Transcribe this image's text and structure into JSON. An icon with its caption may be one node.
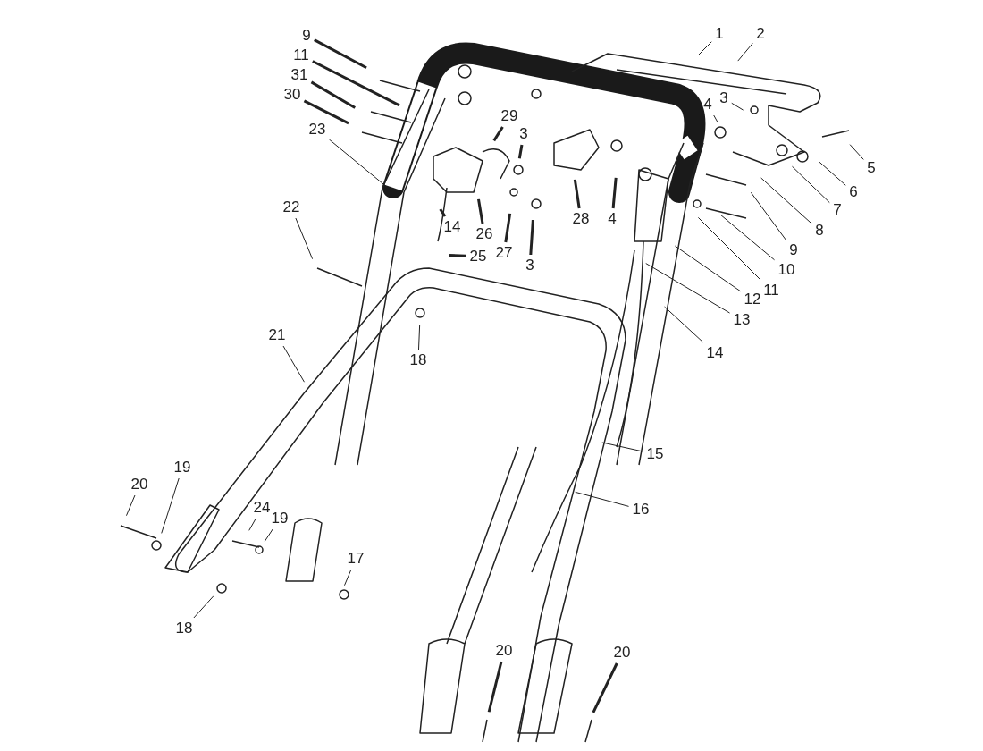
{
  "diagram": {
    "nodes": [
      {
        "text": [
          "1"
        ]
      },
      {
        "text": [
          "2"
        ]
      },
      {
        "text": [
          "9"
        ]
      },
      {
        "text": [
          "11"
        ]
      },
      {
        "text": [
          "31"
        ]
      },
      {
        "text": [
          "30"
        ]
      },
      {
        "text": [
          "23"
        ]
      },
      {
        "text": [
          "3"
        ]
      },
      {
        "text": [
          "4"
        ]
      },
      {
        "text": [
          "5"
        ]
      },
      {
        "text": [
          "6"
        ]
      },
      {
        "text": [
          "7"
        ]
      },
      {
        "text": [
          "8"
        ]
      },
      {
        "text": [
          "9"
        ]
      },
      {
        "text": [
          "10"
        ]
      },
      {
        "text": [
          "11"
        ]
      },
      {
        "text": [
          "12"
        ]
      },
      {
        "text": [
          "13"
        ]
      },
      {
        "text": [
          "14"
        ]
      },
      {
        "text": [
          "29"
        ]
      },
      {
        "text": [
          "3"
        ]
      },
      {
        "text": [
          "28"
        ]
      },
      {
        "text": [
          "4"
        ]
      },
      {
        "text": [
          "14"
        ]
      },
      {
        "text": [
          "26"
        ]
      },
      {
        "text": [
          "25"
        ]
      },
      {
        "text": [
          "27"
        ]
      },
      {
        "text": [
          "3"
        ]
      },
      {
        "text": [
          "22"
        ]
      },
      {
        "text": [
          "21"
        ]
      },
      {
        "text": [
          "18"
        ]
      },
      {
        "text": [
          "15"
        ]
      },
      {
        "text": [
          "16"
        ]
      },
      {
        "text": [
          "20"
        ]
      },
      {
        "text": [
          "19"
        ]
      },
      {
        "text": [
          "24"
        ]
      },
      {
        "text": [
          "19"
        ]
      },
      {
        "text": [
          "17"
        ]
      },
      {
        "text": [
          "18"
        ]
      },
      {
        "text": [
          "20"
        ]
      },
      {
        "text": [
          "20"
        ]
      }
    ],
    "edges": [
      {
        "from": 0,
        "to": null,
        "arrow": "none"
      },
      {
        "from": 1,
        "to": null,
        "arrow": "none"
      },
      {
        "from": 2,
        "to": null,
        "arrow": "none",
        "style": "thick"
      },
      {
        "from": 3,
        "to": null,
        "arrow": "none",
        "style": "thick"
      },
      {
        "from": 4,
        "to": null,
        "arrow": "none",
        "style": "thick"
      },
      {
        "from": 5,
        "to": null,
        "arrow": "none",
        "style": "thick"
      },
      {
        "from": 6,
        "to": null,
        "arrow": "none"
      },
      {
        "from": 7,
        "to": null,
        "arrow": "none"
      },
      {
        "from": 8,
        "to": null,
        "arrow": "none"
      },
      {
        "from": 9,
        "to": null,
        "arrow": "none"
      },
      {
        "from": 10,
        "to": null,
        "arrow": "none"
      },
      {
        "from": 11,
        "to": null,
        "arrow": "none"
      },
      {
        "from": 12,
        "to": null,
        "arrow": "none"
      },
      {
        "from": 13,
        "to": null,
        "arrow": "none"
      },
      {
        "from": 14,
        "to": null,
        "arrow": "none"
      },
      {
        "from": 15,
        "to": null,
        "arrow": "none"
      },
      {
        "from": 16,
        "to": null,
        "arrow": "none"
      },
      {
        "from": 17,
        "to": null,
        "arrow": "none"
      },
      {
        "from": 18,
        "to": null,
        "arrow": "none"
      },
      {
        "from": 19,
        "to": null,
        "arrow": "none",
        "style": "thick"
      },
      {
        "from": 20,
        "to": null,
        "arrow": "none",
        "style": "thick"
      },
      {
        "from": 21,
        "to": null,
        "arrow": "none",
        "style": "thick"
      },
      {
        "from": 22,
        "to": null,
        "arrow": "none",
        "style": "thick"
      },
      {
        "from": 23,
        "to": null,
        "arrow": "none",
        "style": "thick"
      },
      {
        "from": 24,
        "to": null,
        "arrow": "none",
        "style": "thick"
      },
      {
        "from": 25,
        "to": null,
        "arrow": "none",
        "style": "thick"
      },
      {
        "from": 26,
        "to": null,
        "arrow": "none",
        "style": "thick"
      },
      {
        "from": 27,
        "to": null,
        "arrow": "none",
        "style": "thick"
      },
      {
        "from": 28,
        "to": null,
        "arrow": "none"
      },
      {
        "from": 29,
        "to": null,
        "arrow": "none"
      },
      {
        "from": 30,
        "to": null,
        "arrow": "none"
      },
      {
        "from": 31,
        "to": null,
        "arrow": "none"
      },
      {
        "from": 32,
        "to": null,
        "arrow": "none"
      },
      {
        "from": 33,
        "to": null,
        "arrow": "none"
      },
      {
        "from": 34,
        "to": null,
        "arrow": "none"
      },
      {
        "from": 35,
        "to": null,
        "arrow": "none"
      },
      {
        "from": 36,
        "to": null,
        "arrow": "none"
      },
      {
        "from": 37,
        "to": null,
        "arrow": "none"
      },
      {
        "from": 38,
        "to": null,
        "arrow": "none"
      },
      {
        "from": 39,
        "to": null,
        "arrow": "none",
        "style": "thick"
      },
      {
        "from": 40,
        "to": null,
        "arrow": "none",
        "style": "thick"
      }
    ]
  }
}
